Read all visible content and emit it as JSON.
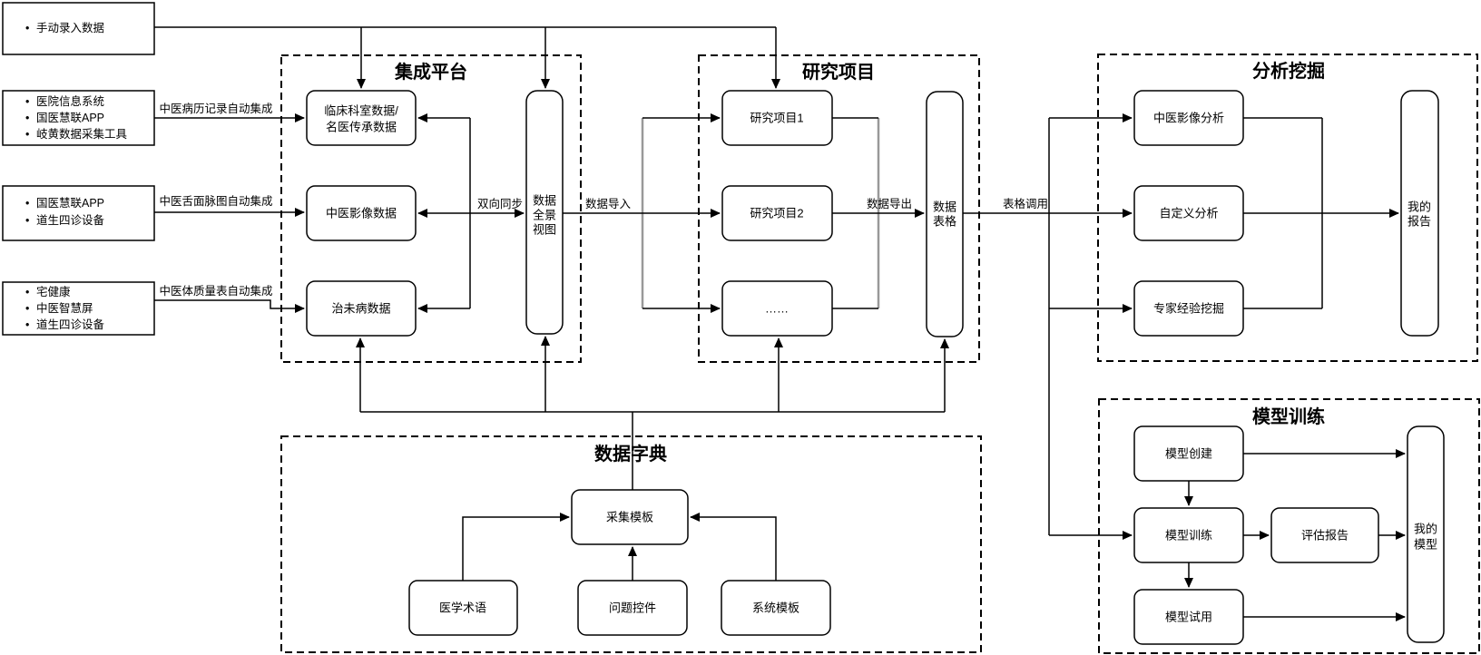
{
  "ui": {
    "bullet": "•"
  },
  "colors": {
    "stroke": "#000000",
    "merge_line": "#999999",
    "background": "#ffffff"
  },
  "sources": [
    {
      "items": [
        "手动录入数据"
      ]
    },
    {
      "items": [
        "医院信息系统",
        "国医慧联APP",
        "岐黄数据采集工具"
      ]
    },
    {
      "items": [
        "国医慧联APP",
        "道生四诊设备"
      ]
    },
    {
      "items": [
        "宅健康",
        "中医智慧屏",
        "道生四诊设备"
      ]
    }
  ],
  "containers": {
    "integration": {
      "title": "集成平台"
    },
    "research": {
      "title": "研究项目"
    },
    "analysis": {
      "title": "分析挖掘"
    },
    "dictionary": {
      "title": "数据字典"
    },
    "training": {
      "title": "模型训练"
    }
  },
  "nodes": {
    "clinical": {
      "lines": [
        "临床科室数据/",
        "名医传承数据"
      ]
    },
    "imaging": {
      "label": "中医影像数据"
    },
    "preventive": {
      "label": "治未病数据"
    },
    "panorama": {
      "lines": [
        "数据",
        "全景",
        "视图"
      ]
    },
    "project1": {
      "label": "研究项目1"
    },
    "project2": {
      "label": "研究项目2"
    },
    "project_more": {
      "label": "……"
    },
    "data_table": {
      "lines": [
        "数据",
        "表格"
      ]
    },
    "tcm_image_analysis": {
      "label": "中医影像分析"
    },
    "custom_analysis": {
      "label": "自定义分析"
    },
    "expert_mining": {
      "label": "专家经验挖掘"
    },
    "my_reports": {
      "lines": [
        "我的",
        "报告"
      ]
    },
    "collect_template": {
      "label": "采集模板"
    },
    "medical_terms": {
      "label": "医学术语"
    },
    "question_widgets": {
      "label": "问题控件"
    },
    "system_templates": {
      "label": "系统模板"
    },
    "model_create": {
      "label": "模型创建"
    },
    "model_train": {
      "label": "模型训练"
    },
    "eval_report": {
      "label": "评估报告"
    },
    "model_trial": {
      "label": "模型试用"
    },
    "my_models": {
      "lines": [
        "我的",
        "模型"
      ]
    }
  },
  "edge_labels": {
    "records_integration": "中医病历记录自动集成",
    "tongue_integration": "中医舌面脉图自动集成",
    "constitution_integration": "中医体质量表自动集成",
    "bidirectional_sync": "双向同步",
    "data_import": "数据导入",
    "data_export": "数据导出",
    "table_call": "表格调用"
  }
}
